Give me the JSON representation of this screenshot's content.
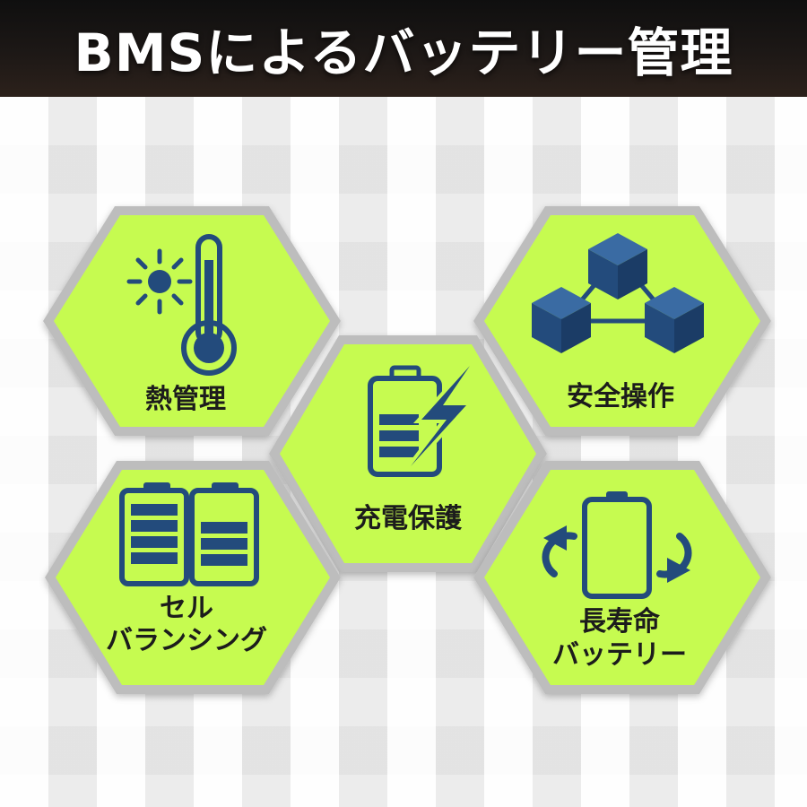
{
  "title": "BMSによるバッテリー管理",
  "colors": {
    "hex_fill": "#c6fb50",
    "hex_border": "#bdbdbd",
    "icon_navy": "#234b7c",
    "header_bg": "#1b1715"
  },
  "features": {
    "thermal": {
      "label": "熱管理",
      "icon": "sun-thermometer-icon"
    },
    "safety": {
      "label": "安全操作",
      "icon": "connected-cubes-icon"
    },
    "charge": {
      "label": "充電保護",
      "icon": "battery-lightning-icon"
    },
    "balancing": {
      "line1": "セル",
      "line2": "バランシング",
      "icon": "twin-battery-icon"
    },
    "longlife": {
      "line1": "長寿命",
      "line2": "バッテリー",
      "icon": "battery-cycle-icon"
    }
  }
}
